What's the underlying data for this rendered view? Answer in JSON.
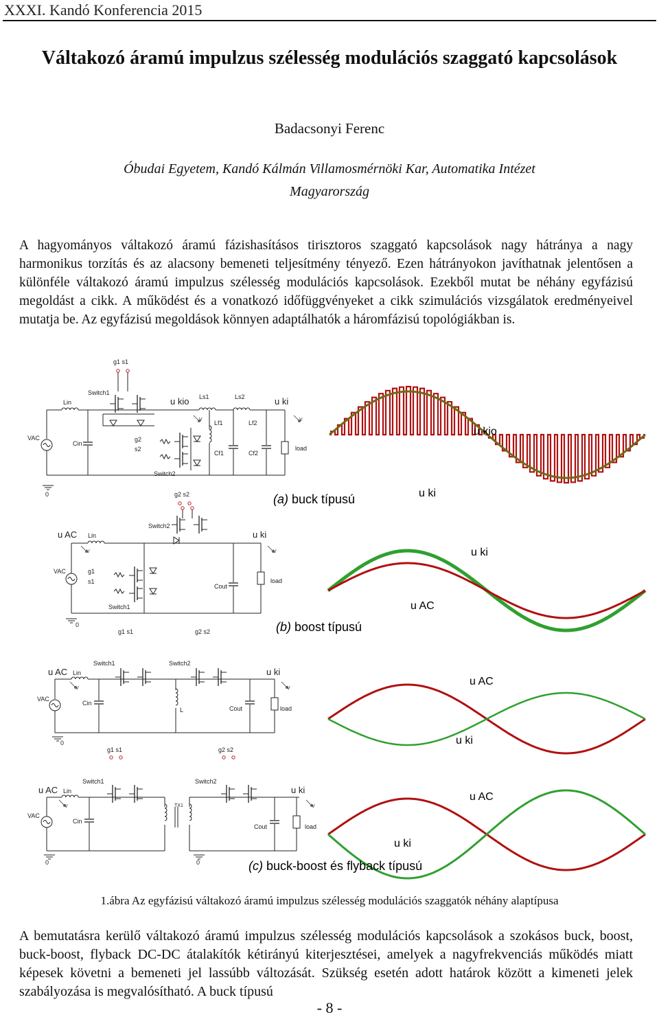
{
  "header": {
    "text": "XXXI. Kandó Konferencia 2015"
  },
  "title": "Váltakozó áramú impulzus szélesség modulációs szaggató kapcsolások",
  "author": "Badacsonyi Ferenc",
  "affiliation": {
    "line1": "Óbudai Egyetem, Kandó Kálmán Villamosmérnöki Kar, Automatika Intézet",
    "line2": "Magyarország"
  },
  "abstract": "A hagyományos váltakozó áramú fázishasításos tirisztoros szaggató kapcsolások nagy hátránya a nagy harmonikus torzítás és az alacsony bemeneti teljesítmény tényező. Ezen hátrányokon javíthatnak jelentősen a különféle váltakozó áramú impulzus szélesség modulációs kapcsolások. Ezekből mutat be néhány egyfázisú megoldást a cikk. A működést és a vonatkozó időfüggvényeket a cikk szimulációs vizsgálatok eredményeivel mutatja be. Az egyfázisú megoldások könnyen adaptálhatók a háromfázisú topológiákban is.",
  "figure": {
    "circuits": {
      "a": {
        "gate1": "g1  s1",
        "gate2": "g2  s2",
        "lin": "Lin",
        "switch1": "Switch1",
        "switch2": "Switch2",
        "ukio": "u kio",
        "ls1": "Ls1",
        "ls2": "Ls2",
        "uki": "u ki",
        "vac": "VAC",
        "cin": "Cin",
        "g2": "g2",
        "s2": "s2",
        "lf1": "Lf1",
        "lf2": "Lf2",
        "cf1": "Cf1",
        "cf2": "Cf2",
        "load": "load",
        "gnd": "0",
        "v": "V"
      },
      "b": {
        "gate2": "g2  s2",
        "uac": "u AC",
        "lin": "Lin",
        "switch2": "Switch2",
        "uki": "u ki",
        "vac": "VAC",
        "g1": "g1",
        "s1": "s1",
        "cout": "Cout",
        "load": "load",
        "switch1": "Switch1",
        "gnd": "0",
        "v": "V"
      },
      "c1": {
        "uac": "u AC",
        "lin": "Lin",
        "switch1": "Switch1",
        "switch2": "Switch2",
        "uki": "u ki",
        "vac": "VAC",
        "cin": "Cin",
        "l": "L",
        "cout": "Cout",
        "load": "load",
        "gnd": "0",
        "gate1": "g1  s1",
        "gate2": "g2  s2",
        "v": "V"
      },
      "c2": {
        "uac": "u AC",
        "lin": "Lin",
        "switch1": "Switch1",
        "switch2": "Switch2",
        "uki": "u ki",
        "tx": "TX1",
        "vac": "VAC",
        "cin": "Cin",
        "cout": "Cout",
        "load": "load",
        "gnd": "0",
        "v": "V"
      }
    },
    "waves": {
      "a": {
        "label_ukio": "u kio",
        "label_uki": "u ki",
        "caption": "(a) buck típusú"
      },
      "b": {
        "label_uki": "u ki",
        "label_uac": "u AC",
        "caption": "(b) boost típusú"
      },
      "c1": {
        "label_uac": "u AC",
        "label_uki": "u ki"
      },
      "c2": {
        "label_uac": "u AC",
        "label_uki": "u ki",
        "caption": "(c) buck-boost és flyback típusú"
      }
    },
    "colors": {
      "red": "#b01010",
      "green": "#2fa02f",
      "olive": "#6e6a18"
    },
    "caption": "1.ábra  Az egyfázisú váltakozó áramú impulzus szélesség modulációs szaggatók néhány alaptípusa"
  },
  "body": "A bemutatásra kerülő váltakozó áramú impulzus szélesség modulációs kapcsolások a szokásos buck, boost, buck-boost, flyback DC-DC átalakítók kétirányú kiterjesztései, amelyek a nagyfrekvenciás működés miatt képesek követni a bemeneti jel lassúbb változását. Szükség esetén adott határok között a kimeneti jelek szabályozása is megvalósítható. A buck típusú",
  "page_number": "- 8 -"
}
